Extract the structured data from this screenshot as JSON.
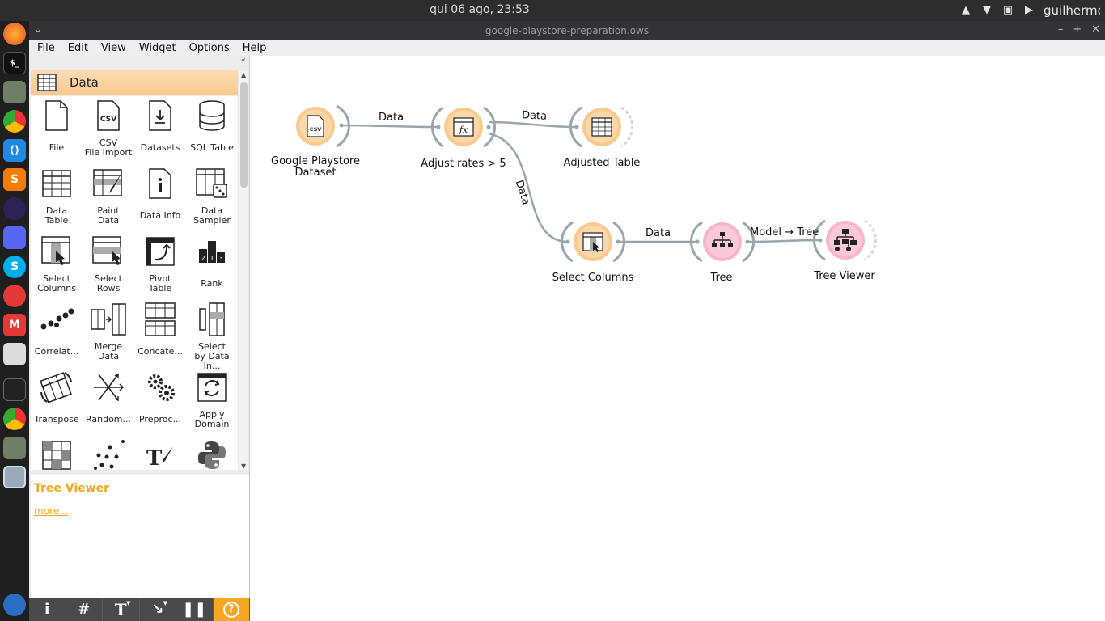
{
  "system": {
    "clock": "qui 06 ago, 23:53",
    "user": "guilherme"
  },
  "window": {
    "title": "google-playstore-preparation.ows"
  },
  "menu": [
    "File",
    "Edit",
    "View",
    "Widget",
    "Options",
    "Help"
  ],
  "category": {
    "label": "Data"
  },
  "widgets": [
    {
      "label": "File",
      "icon": "file-icon"
    },
    {
      "label": "CSV File Import",
      "icon": "csv-file-icon"
    },
    {
      "label": "Datasets",
      "icon": "datasets-icon"
    },
    {
      "label": "SQL Table",
      "icon": "database-icon"
    },
    {
      "label": "Data Table",
      "icon": "data-table-icon"
    },
    {
      "label": "Paint Data",
      "icon": "paint-data-icon"
    },
    {
      "label": "Data Info",
      "icon": "data-info-icon"
    },
    {
      "label": "Data Sampler",
      "icon": "data-sampler-icon"
    },
    {
      "label": "Select Columns",
      "icon": "select-columns-icon"
    },
    {
      "label": "Select Rows",
      "icon": "select-rows-icon"
    },
    {
      "label": "Pivot Table",
      "icon": "pivot-table-icon"
    },
    {
      "label": "Rank",
      "icon": "rank-icon"
    },
    {
      "label": "Correlat...",
      "icon": "correlations-icon"
    },
    {
      "label": "Merge Data",
      "icon": "merge-data-icon"
    },
    {
      "label": "Concate...",
      "icon": "concatenate-icon"
    },
    {
      "label": "Select by Data In...",
      "icon": "select-by-index-icon"
    },
    {
      "label": "Transpose",
      "icon": "transpose-icon"
    },
    {
      "label": "Random...",
      "icon": "randomize-icon"
    },
    {
      "label": "Preproc...",
      "icon": "preprocess-icon"
    },
    {
      "label": "Apply Domain",
      "icon": "apply-domain-icon"
    },
    {
      "label": "",
      "icon": "grid-icon"
    },
    {
      "label": "",
      "icon": "scatter-dots-icon"
    },
    {
      "label": "",
      "icon": "text-edit-icon"
    },
    {
      "label": "",
      "icon": "python-icon"
    }
  ],
  "help": {
    "title": "Tree Viewer",
    "more": "more..."
  },
  "workflow": {
    "nodes": [
      {
        "id": "csv",
        "label": "Google Playstore Dataset",
        "label_lines": [
          "Google Playstore",
          "Dataset"
        ],
        "icon": "csv-file-icon"
      },
      {
        "id": "formula",
        "label": "Adjust rates > 5",
        "icon": "formula-icon"
      },
      {
        "id": "table",
        "label": "Adjusted Table",
        "icon": "data-table-icon"
      },
      {
        "id": "selcols",
        "label": "Select Columns",
        "icon": "select-columns-icon"
      },
      {
        "id": "tree",
        "label": "Tree",
        "icon": "tree-icon"
      },
      {
        "id": "treeviewer",
        "label": "Tree Viewer",
        "icon": "tree-viewer-icon"
      }
    ],
    "links": [
      {
        "from": "csv",
        "to": "formula",
        "label": "Data"
      },
      {
        "from": "formula",
        "to": "table",
        "label": "Data"
      },
      {
        "from": "formula",
        "to": "selcols",
        "label": "Data"
      },
      {
        "from": "selcols",
        "to": "tree",
        "label": "Data"
      },
      {
        "from": "tree",
        "to": "treeviewer",
        "label": "Model → Tree"
      }
    ]
  },
  "colors": {
    "data_node": "#f9c98f",
    "model_node": "#f7b6c9",
    "accent": "#f5a623",
    "link": "#98a6ad"
  }
}
